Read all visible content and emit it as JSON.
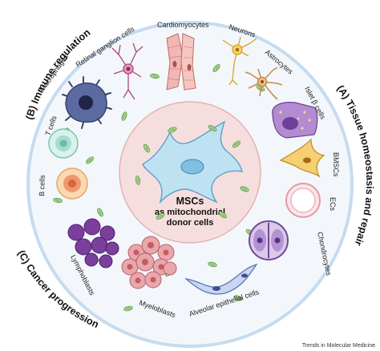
{
  "center": {
    "line1": "MSCs",
    "line2": "as mitochondrial",
    "line3": "donor cells"
  },
  "side_labels": {
    "immune": "(B) Immune regulation",
    "tissue": "(A) Tissue homeostasis and repair",
    "cancer": "(C) Cancer progression"
  },
  "cells": [
    {
      "key": "retinal",
      "label": "Retinal ganglion cells"
    },
    {
      "key": "cardio",
      "label": "Cardiomyocytes"
    },
    {
      "key": "neurons",
      "label": "Neurons"
    },
    {
      "key": "astro",
      "label": "Astrocytes"
    },
    {
      "key": "islet",
      "label": "Islet β cells"
    },
    {
      "key": "bmsc",
      "label": "BMSCs"
    },
    {
      "key": "ecs",
      "label": "ECs"
    },
    {
      "key": "chondro",
      "label": "Chondrocytes"
    },
    {
      "key": "alveolar",
      "label": "Alveolar epithelial cells"
    },
    {
      "key": "myelo",
      "label": "Myeloblasts"
    },
    {
      "key": "lympho",
      "label": "Lymphoblasts"
    },
    {
      "key": "bcells",
      "label": "B cells"
    },
    {
      "key": "tcells",
      "label": "T cells"
    },
    {
      "key": "macro",
      "label": "Macrophages"
    }
  ],
  "credit": "Trends in Molecular Medicine",
  "colors": {
    "outer_ring": "#c6dbef",
    "outer_fill": "#f3f7fb",
    "inner_fill": "#f6dede",
    "mito_fill": "#aedc96",
    "msc_fill": "#bfe2f3"
  }
}
